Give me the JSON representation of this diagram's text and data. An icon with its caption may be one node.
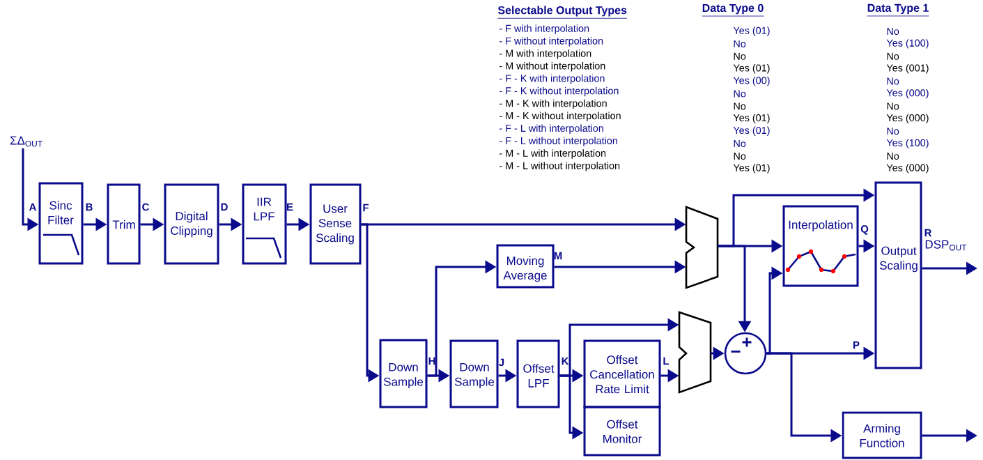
{
  "diagram": {
    "nodes": [
      {
        "text": [
          "ΣΔ$_{OUT}$"
        ]
      },
      {
        "text": [
          "Sinc Filter"
        ]
      },
      {
        "text": [
          "Trim"
        ]
      },
      {
        "text": [
          "Digital Clipping"
        ]
      },
      {
        "text": [
          "IIR LPF"
        ]
      },
      {
        "text": [
          "User Sense Scaling"
        ]
      },
      {
        "text": [],
        "shape": "trapezoid"
      },
      {
        "text": [
          "Moving Average"
        ]
      },
      {
        "text": [
          "Down Sample"
        ]
      },
      {
        "text": [
          "Down Sample"
        ]
      },
      {
        "text": [
          "Offset LPF"
        ]
      },
      {
        "text": [
          "Offset Cancellation Rate Limit"
        ]
      },
      {
        "text": [
          "Offset Monitor"
        ]
      },
      {
        "text": [],
        "shape": "trapezoid"
      },
      {
        "text": [
          "+",
          "−"
        ]
      },
      {
        "text": [
          "Interpolation"
        ]
      },
      {
        "text": [
          "Output Scaling"
        ],
        "beside": [
          "DSP$_{OUT}$"
        ]
      },
      {
        "text": [
          "Arming Function"
        ]
      }
    ],
    "edges": [
      {
        "from": 0,
        "to": 1,
        "arrow": "to",
        "label": "A"
      },
      {
        "from": 1,
        "to": 2,
        "arrow": "to",
        "label": "B"
      },
      {
        "from": 2,
        "to": 3,
        "arrow": "to",
        "label": "C"
      },
      {
        "from": 3,
        "to": 4,
        "arrow": "to",
        "label": "D"
      },
      {
        "from": 4,
        "to": 5,
        "arrow": "to",
        "label": "E"
      },
      {
        "from": 5,
        "to": 6,
        "arrow": "to",
        "label": "F"
      },
      {
        "from": 5,
        "to": 8,
        "arrow": "to"
      },
      {
        "from": 8,
        "to": 9,
        "arrow": "to",
        "label": "H"
      },
      {
        "from": 8,
        "to": 7,
        "arrow": "to"
      },
      {
        "from": 9,
        "to": 10,
        "arrow": "to",
        "label": "J"
      },
      {
        "from": 10,
        "to": 11,
        "arrow": "to",
        "label": "K"
      },
      {
        "from": 10,
        "to": 12,
        "arrow": "to"
      },
      {
        "from": 10,
        "to": 13,
        "arrow": "to"
      },
      {
        "from": 7,
        "to": 6,
        "arrow": "to",
        "label": "M"
      },
      {
        "from": 11,
        "to": 13,
        "arrow": "to",
        "label": "L"
      },
      {
        "from": 6,
        "to": 15,
        "arrow": "to"
      },
      {
        "from": 6,
        "to": 16,
        "arrow": "to"
      },
      {
        "from": 6,
        "to": 14,
        "arrow": "to"
      },
      {
        "from": 13,
        "to": 14,
        "arrow": "to"
      },
      {
        "from": 14,
        "to": 16,
        "arrow": "to",
        "label": "P"
      },
      {
        "from": 14,
        "to": 15,
        "arrow": "to"
      },
      {
        "from": 14,
        "to": 17,
        "arrow": "to"
      },
      {
        "from": 15,
        "to": 16,
        "arrow": "to",
        "label": "Q"
      },
      {
        "from": 16,
        "to": null,
        "arrow": "to",
        "label": "R"
      },
      {
        "from": 17,
        "to": null,
        "arrow": "to"
      }
    ],
    "labels": [
      "Selectable Output Types",
      "Data Type 0",
      "Data Type 1",
      "- F with interpolation",
      "Yes (01)",
      "No",
      "- F without interpolation",
      "No",
      "Yes (100)",
      "- M with interpolation",
      "No",
      "No",
      "- M without interpolation",
      "Yes (01)",
      "Yes (001)",
      "- F - K with interpolation",
      "Yes (00)",
      "No",
      "- F - K without interpolation",
      "No",
      "Yes (000)",
      "- M - K with interpolation",
      "No",
      "No",
      "- M - K without interpolation",
      "Yes (01)",
      "Yes (000)",
      "- F - L with interpolation",
      "Yes (01)",
      "No",
      "- F - L without interpolation",
      "No",
      "Yes (100)",
      "- M - L with interpolation",
      "No",
      "No",
      "- M - L without interpolation",
      "Yes (01)",
      "Yes (000)"
    ]
  }
}
